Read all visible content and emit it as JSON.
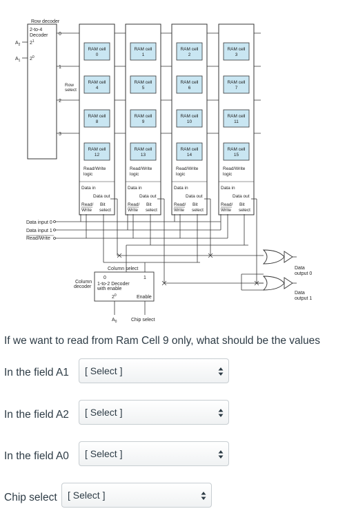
{
  "diagram": {
    "row_decoder_title": "Row decoder",
    "row_decoder_type": [
      "2-to-4",
      "Decoder"
    ],
    "row_inputs": [
      {
        "signal": "A",
        "sub": "2",
        "weight": "2",
        "exp": "1"
      },
      {
        "signal": "A",
        "sub": "1",
        "weight": "2",
        "exp": "0"
      }
    ],
    "row_outputs": [
      "0",
      "1",
      "2",
      "3"
    ],
    "row_select_label": [
      "Row",
      "select"
    ],
    "ram_cells": [
      [
        "RAM cell",
        "0"
      ],
      [
        "RAM cell",
        "1"
      ],
      [
        "RAM cell",
        "2"
      ],
      [
        "RAM cell",
        "3"
      ],
      [
        "RAM cell",
        "4"
      ],
      [
        "RAM cell",
        "5"
      ],
      [
        "RAM cell",
        "6"
      ],
      [
        "RAM cell",
        "7"
      ],
      [
        "RAM cell",
        "8"
      ],
      [
        "RAM cell",
        "9"
      ],
      [
        "RAM cell",
        "10"
      ],
      [
        "RAM cell",
        "11"
      ],
      [
        "RAM cell",
        "12"
      ],
      [
        "RAM cell",
        "13"
      ],
      [
        "RAM cell",
        "14"
      ],
      [
        "RAM cell",
        "15"
      ]
    ],
    "rw_logic": [
      "Read/Write",
      "logic"
    ],
    "data_in": "Data in",
    "data_out": "Data out",
    "read_write_top": "Read/",
    "read_write_bottom": "Write",
    "bit_select": [
      "Bit",
      "select"
    ],
    "inputs_left": [
      "Data input 0",
      "Data input 1",
      "Read/Write"
    ],
    "column_select": "Column select",
    "column_decoder_label": [
      "Column",
      "decoder"
    ],
    "col_decoder_outputs": [
      "0",
      "1"
    ],
    "col_decoder_type": [
      "1-to-2 Decoder",
      "with enable"
    ],
    "col_decoder_input": {
      "weight": "2",
      "exp": "0"
    },
    "enable": "Enable",
    "bottom_inputs": {
      "a0_signal": "A",
      "a0_sub": "0",
      "chip_select": "Chip select"
    },
    "outputs": [
      [
        "Data",
        "output 0"
      ],
      [
        "Data",
        "output 1"
      ]
    ]
  },
  "question": "If we want to read from Ram Cell 9 only, what should be the values",
  "fields": [
    {
      "label": "In the field A1",
      "value": "[ Select ]"
    },
    {
      "label": "In the field A2",
      "value": "[ Select ]"
    },
    {
      "label": "In the field A0",
      "value": "[ Select ]"
    },
    {
      "label": "Chip select",
      "value": "[ Select ]"
    }
  ],
  "colors": {
    "cell_fill": "#c9e6f2",
    "line": "#333333",
    "text": "#2d3b45"
  }
}
